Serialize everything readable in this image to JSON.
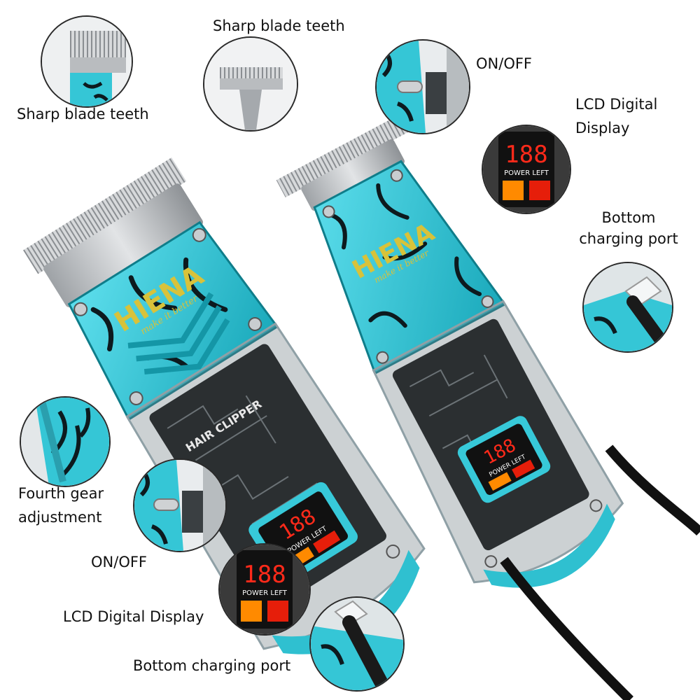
{
  "labels": {
    "left_blade": "Sharp blade teeth",
    "top_blade": "Sharp blade teeth",
    "top_onoff": "ON/OFF",
    "top_lcd_line1": "LCD Digital",
    "top_lcd_line2": "Display",
    "top_port_line1": "Bottom",
    "top_port_line2": "charging port",
    "gear_line1": "Fourth gear",
    "gear_line2": "adjustment",
    "bottom_onoff": "ON/OFF",
    "bottom_lcd": "LCD Digital Display",
    "bottom_port": "Bottom charging port"
  },
  "product": {
    "brand": "HIENA",
    "slogan": "make it better",
    "model_text": "HAIR CLIPPER",
    "lcd_digits": "188",
    "lcd_caption": "POWER LEFT"
  },
  "colors": {
    "body_teal": "#35c6d6",
    "splatter": "#0d1a1e",
    "circuit": "#2b2f31",
    "blade": "#b9bcbf",
    "brand_gold": "#d8c23a",
    "lcd_red": "#ff2a1a",
    "lcd_orange": "#ff8a00"
  }
}
